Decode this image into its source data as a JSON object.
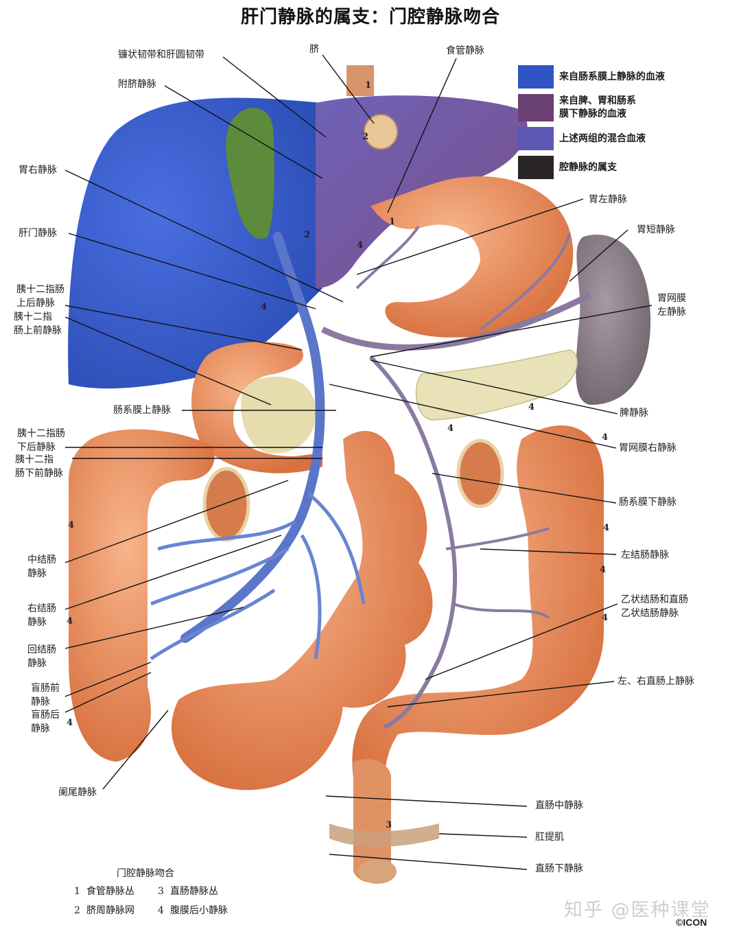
{
  "title": "肝门静脉的属支：门腔静脉吻合",
  "legend": [
    {
      "color": "#2f55c4",
      "label": "来自肠系膜上静脉的血液"
    },
    {
      "color": "#6a3f72",
      "label": "来自脾、胃和肠系\n膜下静脉的血液"
    },
    {
      "color": "#5d57b4",
      "label": "上述两组的混合血液"
    },
    {
      "color": "#2a2526",
      "label": "腔静脉的属支"
    }
  ],
  "labels_left": [
    {
      "id": "falciform-ligament",
      "text": "镰状韧带和肝圆韧带"
    },
    {
      "id": "paraumbilical-vein",
      "text": "附脐静脉"
    },
    {
      "id": "right-gastric-vein",
      "text": "胃右静脉"
    },
    {
      "id": "hepatic-portal-vein",
      "text": "肝门静脉"
    },
    {
      "id": "posterior-superior-pancreaticoduodenal-vein",
      "text": "胰十二指肠\n上后静脉"
    },
    {
      "id": "anterior-superior-pancreaticoduodenal-vein",
      "text": "胰十二指\n肠上前静脉"
    },
    {
      "id": "superior-mesenteric-vein",
      "text": "肠系膜上静脉"
    },
    {
      "id": "posterior-inferior-pancreaticoduodenal-vein",
      "text": "胰十二指肠\n下后静脉"
    },
    {
      "id": "anterior-inferior-pancreaticoduodenal-vein",
      "text": "胰十二指\n肠下前静脉"
    },
    {
      "id": "middle-colic-vein",
      "text": "中结肠\n静脉"
    },
    {
      "id": "right-colic-vein",
      "text": "右结肠\n静脉"
    },
    {
      "id": "ileocolic-vein",
      "text": "回结肠\n静脉"
    },
    {
      "id": "anterior-cecal-vein",
      "text": "盲肠前\n静脉"
    },
    {
      "id": "posterior-cecal-vein",
      "text": "盲肠后\n静脉"
    },
    {
      "id": "appendicular-vein",
      "text": "阑尾静脉"
    }
  ],
  "labels_top": [
    {
      "id": "umbilicus",
      "text": "脐"
    },
    {
      "id": "esophageal-veins",
      "text": "食管静脉"
    }
  ],
  "labels_right": [
    {
      "id": "left-gastric-vein",
      "text": "胃左静脉"
    },
    {
      "id": "short-gastric-veins",
      "text": "胃短静脉"
    },
    {
      "id": "left-gastro-omental-vein",
      "text": "胃网膜\n左静脉"
    },
    {
      "id": "splenic-vein",
      "text": "脾静脉"
    },
    {
      "id": "right-gastro-omental-vein",
      "text": "胃网膜右静脉"
    },
    {
      "id": "inferior-mesenteric-vein",
      "text": "肠系膜下静脉"
    },
    {
      "id": "left-colic-vein",
      "text": "左结肠静脉"
    },
    {
      "id": "sigmoid-veins",
      "text": "乙状结肠和直肠\n乙状结肠静脉"
    },
    {
      "id": "superior-rectal-veins",
      "text": "左、右直肠上静脉"
    },
    {
      "id": "middle-rectal-vein",
      "text": "直肠中静脉"
    },
    {
      "id": "levator-ani",
      "text": "肛提肌"
    },
    {
      "id": "inferior-rectal-vein",
      "text": "直肠下静脉"
    }
  ],
  "anastomosis_markers": [
    "1",
    "1",
    "2",
    "2",
    "3",
    "4",
    "4",
    "4",
    "4",
    "4",
    "4",
    "4",
    "4",
    "4",
    "4",
    "4",
    "4"
  ],
  "key": {
    "title": "门腔静脉吻合",
    "items": [
      {
        "n": "1",
        "text": "食管静脉丛"
      },
      {
        "n": "3",
        "text": "直肠静脉丛"
      },
      {
        "n": "2",
        "text": "脐周静脉网"
      },
      {
        "n": "4",
        "text": "腹膜后小静脉"
      }
    ]
  },
  "watermark": "知乎 @医种课堂",
  "credit": "©ICON",
  "colors": {
    "liver_blue": "#3a5fcf",
    "liver_purple": "#7a5a9a",
    "gallbladder": "#5a8a3a",
    "intestine": "#e98f5c",
    "spleen": "#8d8088",
    "pancreas": "#e8dfb2",
    "vein_blue": "#5b76c9",
    "vein_purple": "#8a7aa0"
  }
}
